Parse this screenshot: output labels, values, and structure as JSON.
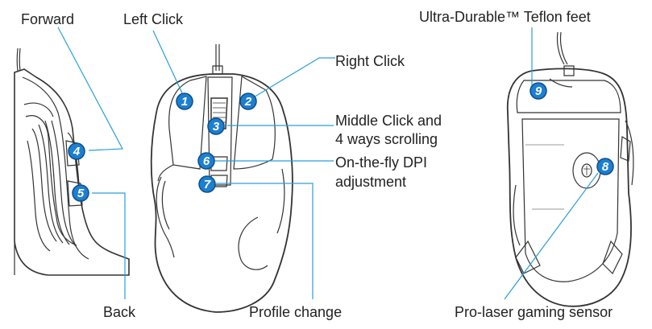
{
  "labels": {
    "forward": "Forward",
    "left_click": "Left Click",
    "right_click": "Right Click",
    "teflon_feet": "Ultra-Durable™ Teflon feet",
    "middle_click_line1": "Middle Click and",
    "middle_click_line2": "4 ways scrolling",
    "dpi_line1": "On-the-fly DPI",
    "dpi_line2": "adjustment",
    "back": "Back",
    "profile_change": "Profile change",
    "sensor": "Pro-laser gaming sensor"
  },
  "badges": [
    "1",
    "2",
    "3",
    "4",
    "5",
    "6",
    "7",
    "8",
    "9"
  ],
  "colors": {
    "callout": "#2a9fd8",
    "badge_fill": "#1d7fd0",
    "badge_stroke": "#0b4f8c",
    "line_art": "#333333",
    "text": "#222222"
  }
}
